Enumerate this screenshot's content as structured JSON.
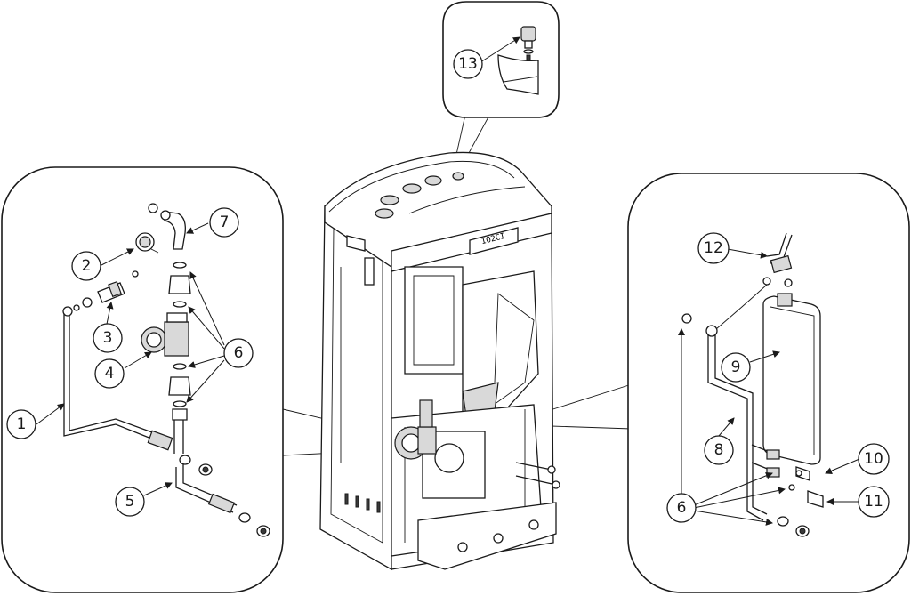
{
  "callouts": {
    "c1": "1",
    "c2": "2",
    "c3": "3",
    "c4": "4",
    "c5": "5",
    "c6_left": "6",
    "c6_right": "6",
    "c7": "7",
    "c8": "8",
    "c9": "9",
    "c10": "10",
    "c11": "11",
    "c12": "12",
    "c13": "13"
  },
  "display_panel_text": "IO2CI"
}
